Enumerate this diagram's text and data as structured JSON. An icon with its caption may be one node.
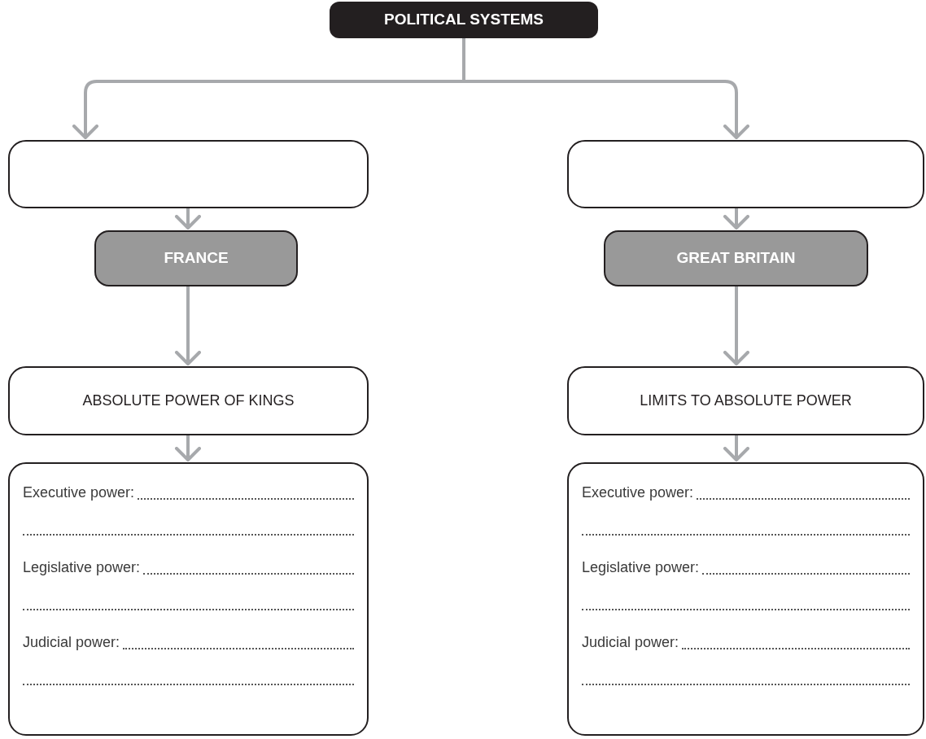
{
  "diagram": {
    "nodes": [
      {
        "text": [
          "POLITICAL SYSTEMS"
        ]
      },
      {
        "text": [],
        "shape": "box"
      },
      {
        "text": [],
        "shape": "box"
      },
      {
        "text": [
          "FRANCE"
        ]
      },
      {
        "text": [
          "GREAT BRITAIN"
        ]
      },
      {
        "text": [
          "ABSOLUTE POWER OF KINGS"
        ]
      },
      {
        "text": [
          "LIMITS TO ABSOLUTE POWER"
        ]
      },
      {
        "text": [
          "Executive power:",
          "Legislative power:",
          "Judicial power:"
        ]
      },
      {
        "text": [
          "Executive power:",
          "Legislative power:",
          "Judicial power:"
        ]
      }
    ],
    "edges": [
      {
        "from": 0,
        "to": 1,
        "arrow": "to"
      },
      {
        "from": 0,
        "to": 2,
        "arrow": "to"
      },
      {
        "from": 1,
        "to": 3,
        "arrow": "to"
      },
      {
        "from": 2,
        "to": 4,
        "arrow": "to"
      },
      {
        "from": 3,
        "to": 5,
        "arrow": "to"
      },
      {
        "from": 4,
        "to": 6,
        "arrow": "to"
      },
      {
        "from": 5,
        "to": 7,
        "arrow": "to"
      },
      {
        "from": 6,
        "to": 8,
        "arrow": "to"
      }
    ]
  }
}
